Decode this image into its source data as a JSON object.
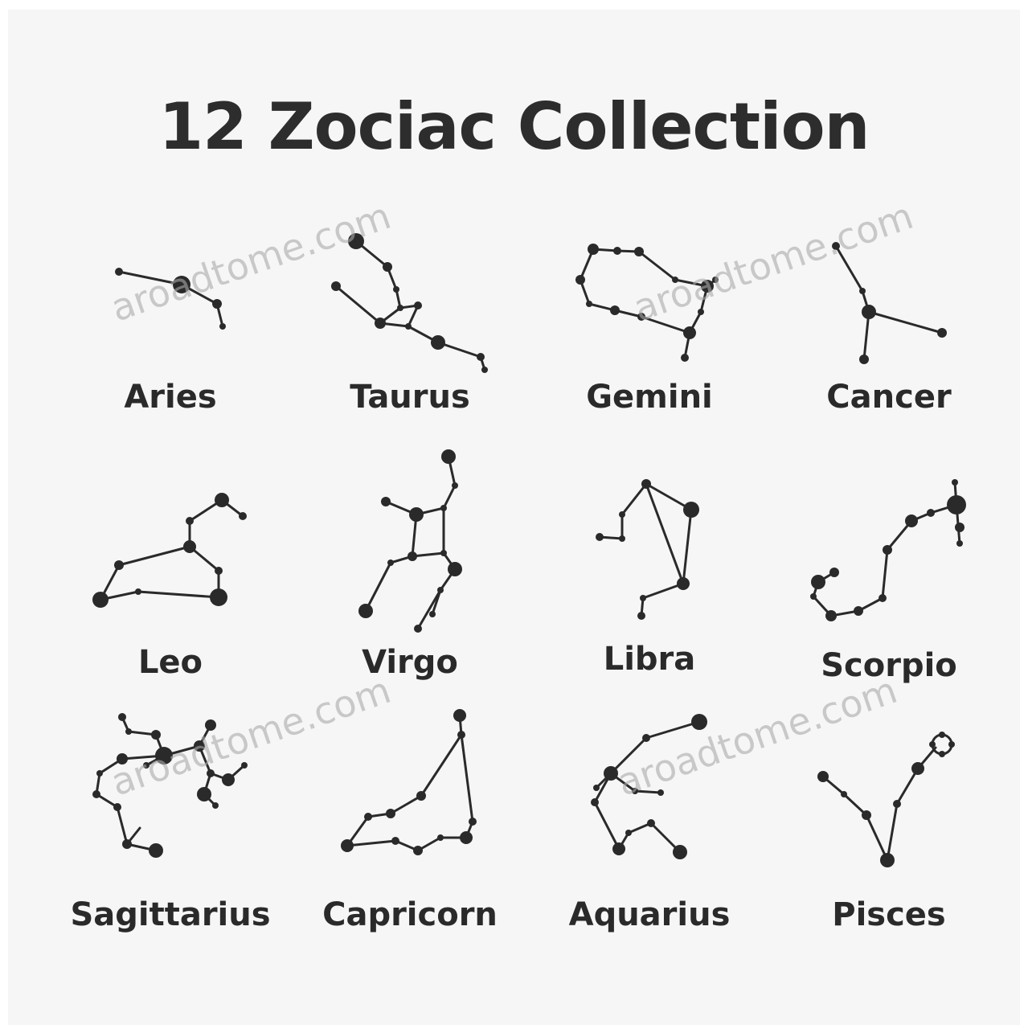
{
  "title": "12 Zociac Collection",
  "watermark": "aroadtome.com",
  "signs": [
    {
      "name": "Aries"
    },
    {
      "name": "Taurus"
    },
    {
      "name": "Gemini"
    },
    {
      "name": "Cancer"
    },
    {
      "name": "Leo"
    },
    {
      "name": "Virgo"
    },
    {
      "name": "Libra"
    },
    {
      "name": "Scorpio"
    },
    {
      "name": "Sagittarius"
    },
    {
      "name": "Capricorn"
    },
    {
      "name": "Aquarius"
    },
    {
      "name": "Pisces"
    }
  ],
  "colors": {
    "ink": "#2a2a2a",
    "background": "#f6f6f6",
    "watermark": "#aaaaaa"
  }
}
